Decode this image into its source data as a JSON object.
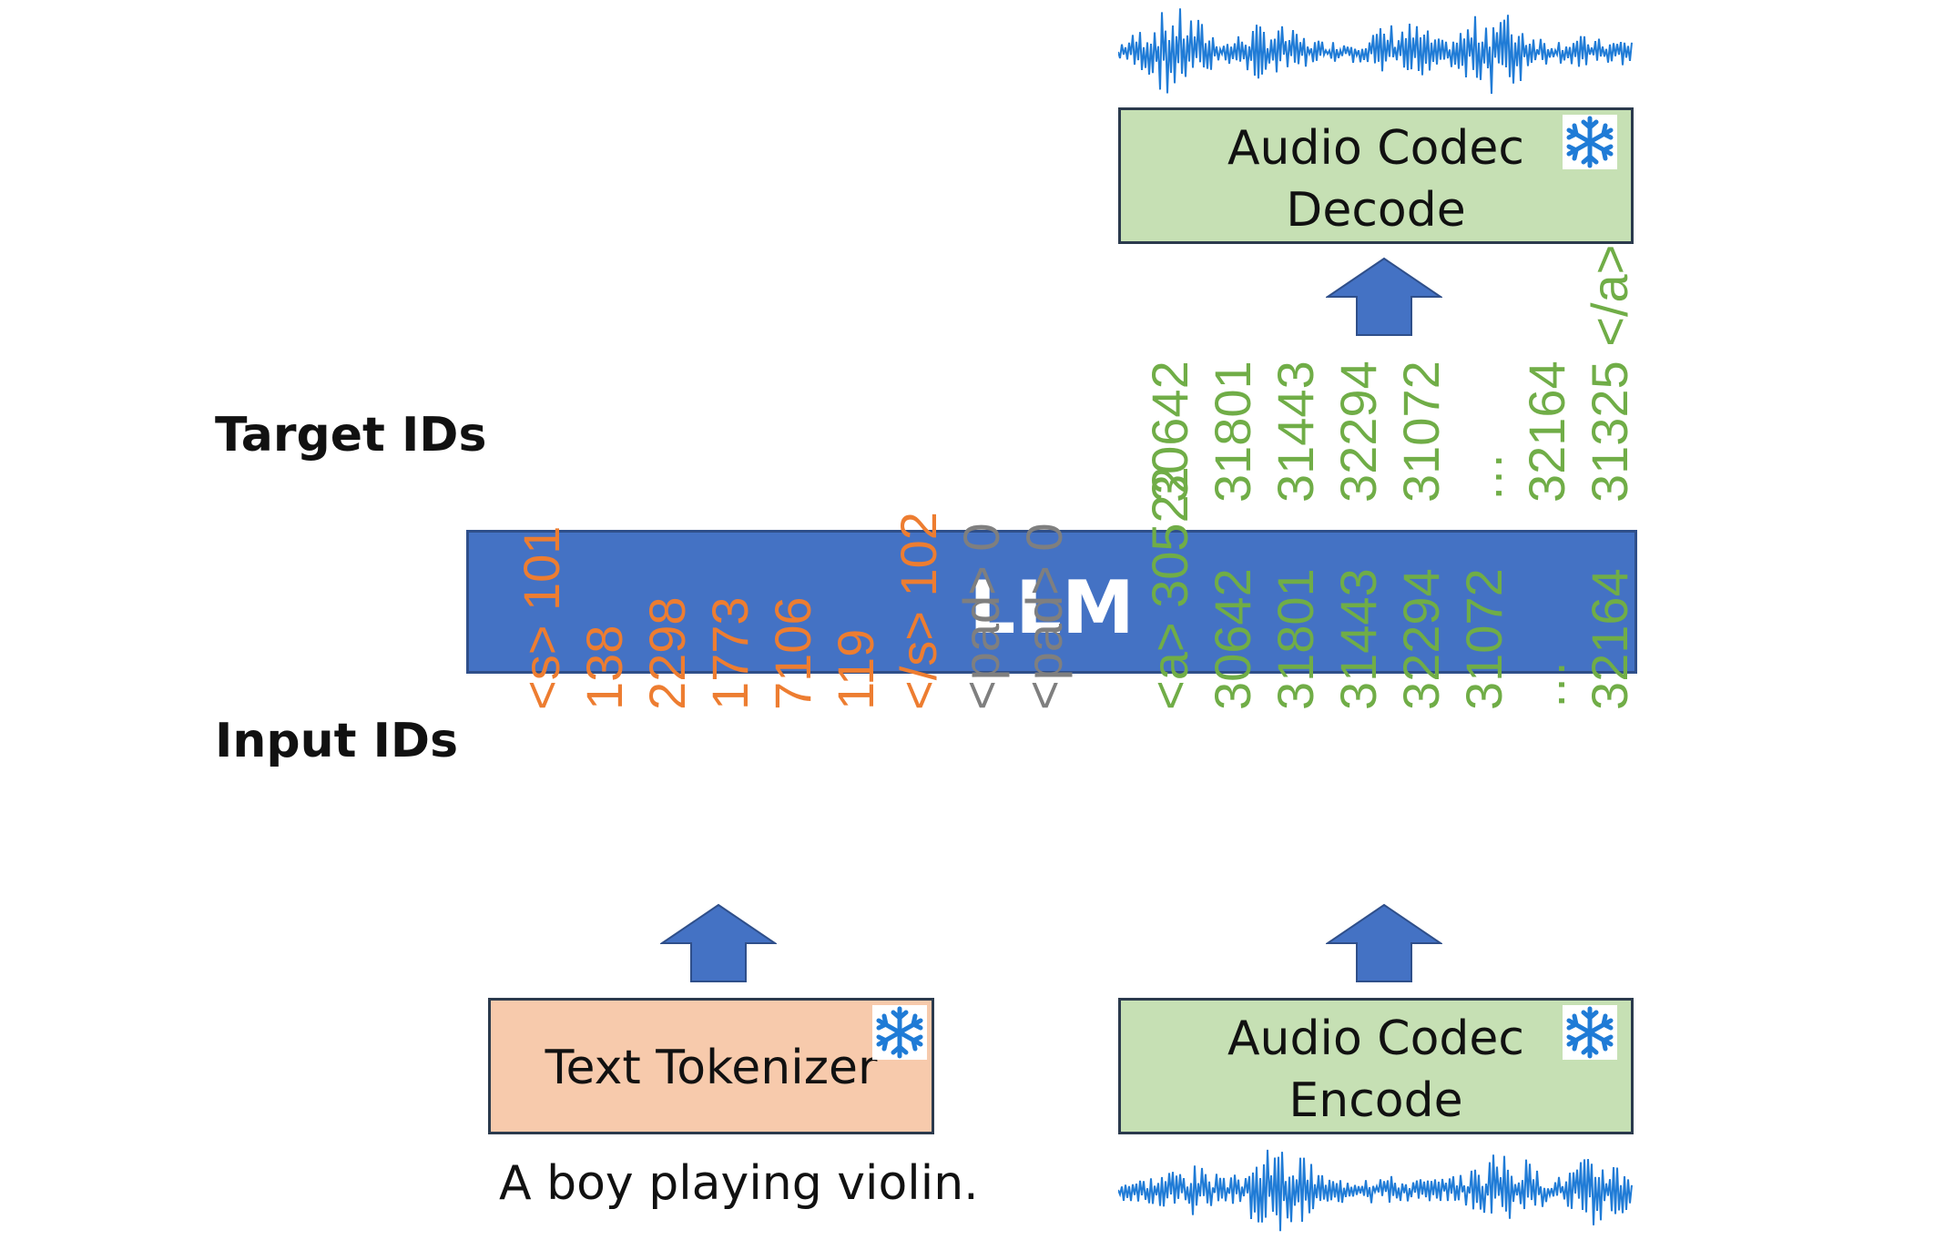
{
  "labels": {
    "target_ids": "Target IDs",
    "input_ids": "Input IDs"
  },
  "llm": {
    "label": "LLM"
  },
  "decoder": {
    "line1": "Audio Codec",
    "line2": "Decode"
  },
  "encoder": {
    "line1": "Audio Codec",
    "line2": "Encode"
  },
  "tokenizer": {
    "label": "Text Tokenizer"
  },
  "caption": "A boy playing violin.",
  "input_tokens": [
    {
      "text": "<s> 101",
      "color": "orange"
    },
    {
      "text": "138",
      "color": "orange"
    },
    {
      "text": "2298",
      "color": "orange"
    },
    {
      "text": "1773",
      "color": "orange"
    },
    {
      "text": "7106",
      "color": "orange"
    },
    {
      "text": "119",
      "color": "orange"
    },
    {
      "text": "</s> 102",
      "color": "orange"
    },
    {
      "text": "<pad> 0",
      "color": "gray"
    },
    {
      "text": "<pad> 0",
      "color": "gray"
    },
    {
      "text": "<a> 30522",
      "color": "green"
    },
    {
      "text": "30642",
      "color": "green"
    },
    {
      "text": "31801",
      "color": "green"
    },
    {
      "text": "31443",
      "color": "green"
    },
    {
      "text": "32294",
      "color": "green"
    },
    {
      "text": "31072",
      "color": "green"
    },
    {
      "text": "…",
      "color": "green"
    },
    {
      "text": "32164",
      "color": "green"
    }
  ],
  "target_tokens": [
    {
      "text": "30642",
      "color": "green"
    },
    {
      "text": "31801",
      "color": "green"
    },
    {
      "text": "31443",
      "color": "green"
    },
    {
      "text": "32294",
      "color": "green"
    },
    {
      "text": "31072",
      "color": "green"
    },
    {
      "text": "…",
      "color": "green"
    },
    {
      "text": "32164",
      "color": "green"
    },
    {
      "text": "31325 </a>",
      "color": "green"
    }
  ],
  "colors": {
    "orange": "#ed7d31",
    "gray": "#7f7f7f",
    "green": "#70ad47",
    "llm": "#4472c4",
    "arrow": "#4472c4",
    "wave": "#1f7bd6",
    "snow": "#1f7bd6"
  },
  "icons": [
    "snowflake-icon",
    "waveform-icon",
    "up-arrow-icon"
  ]
}
